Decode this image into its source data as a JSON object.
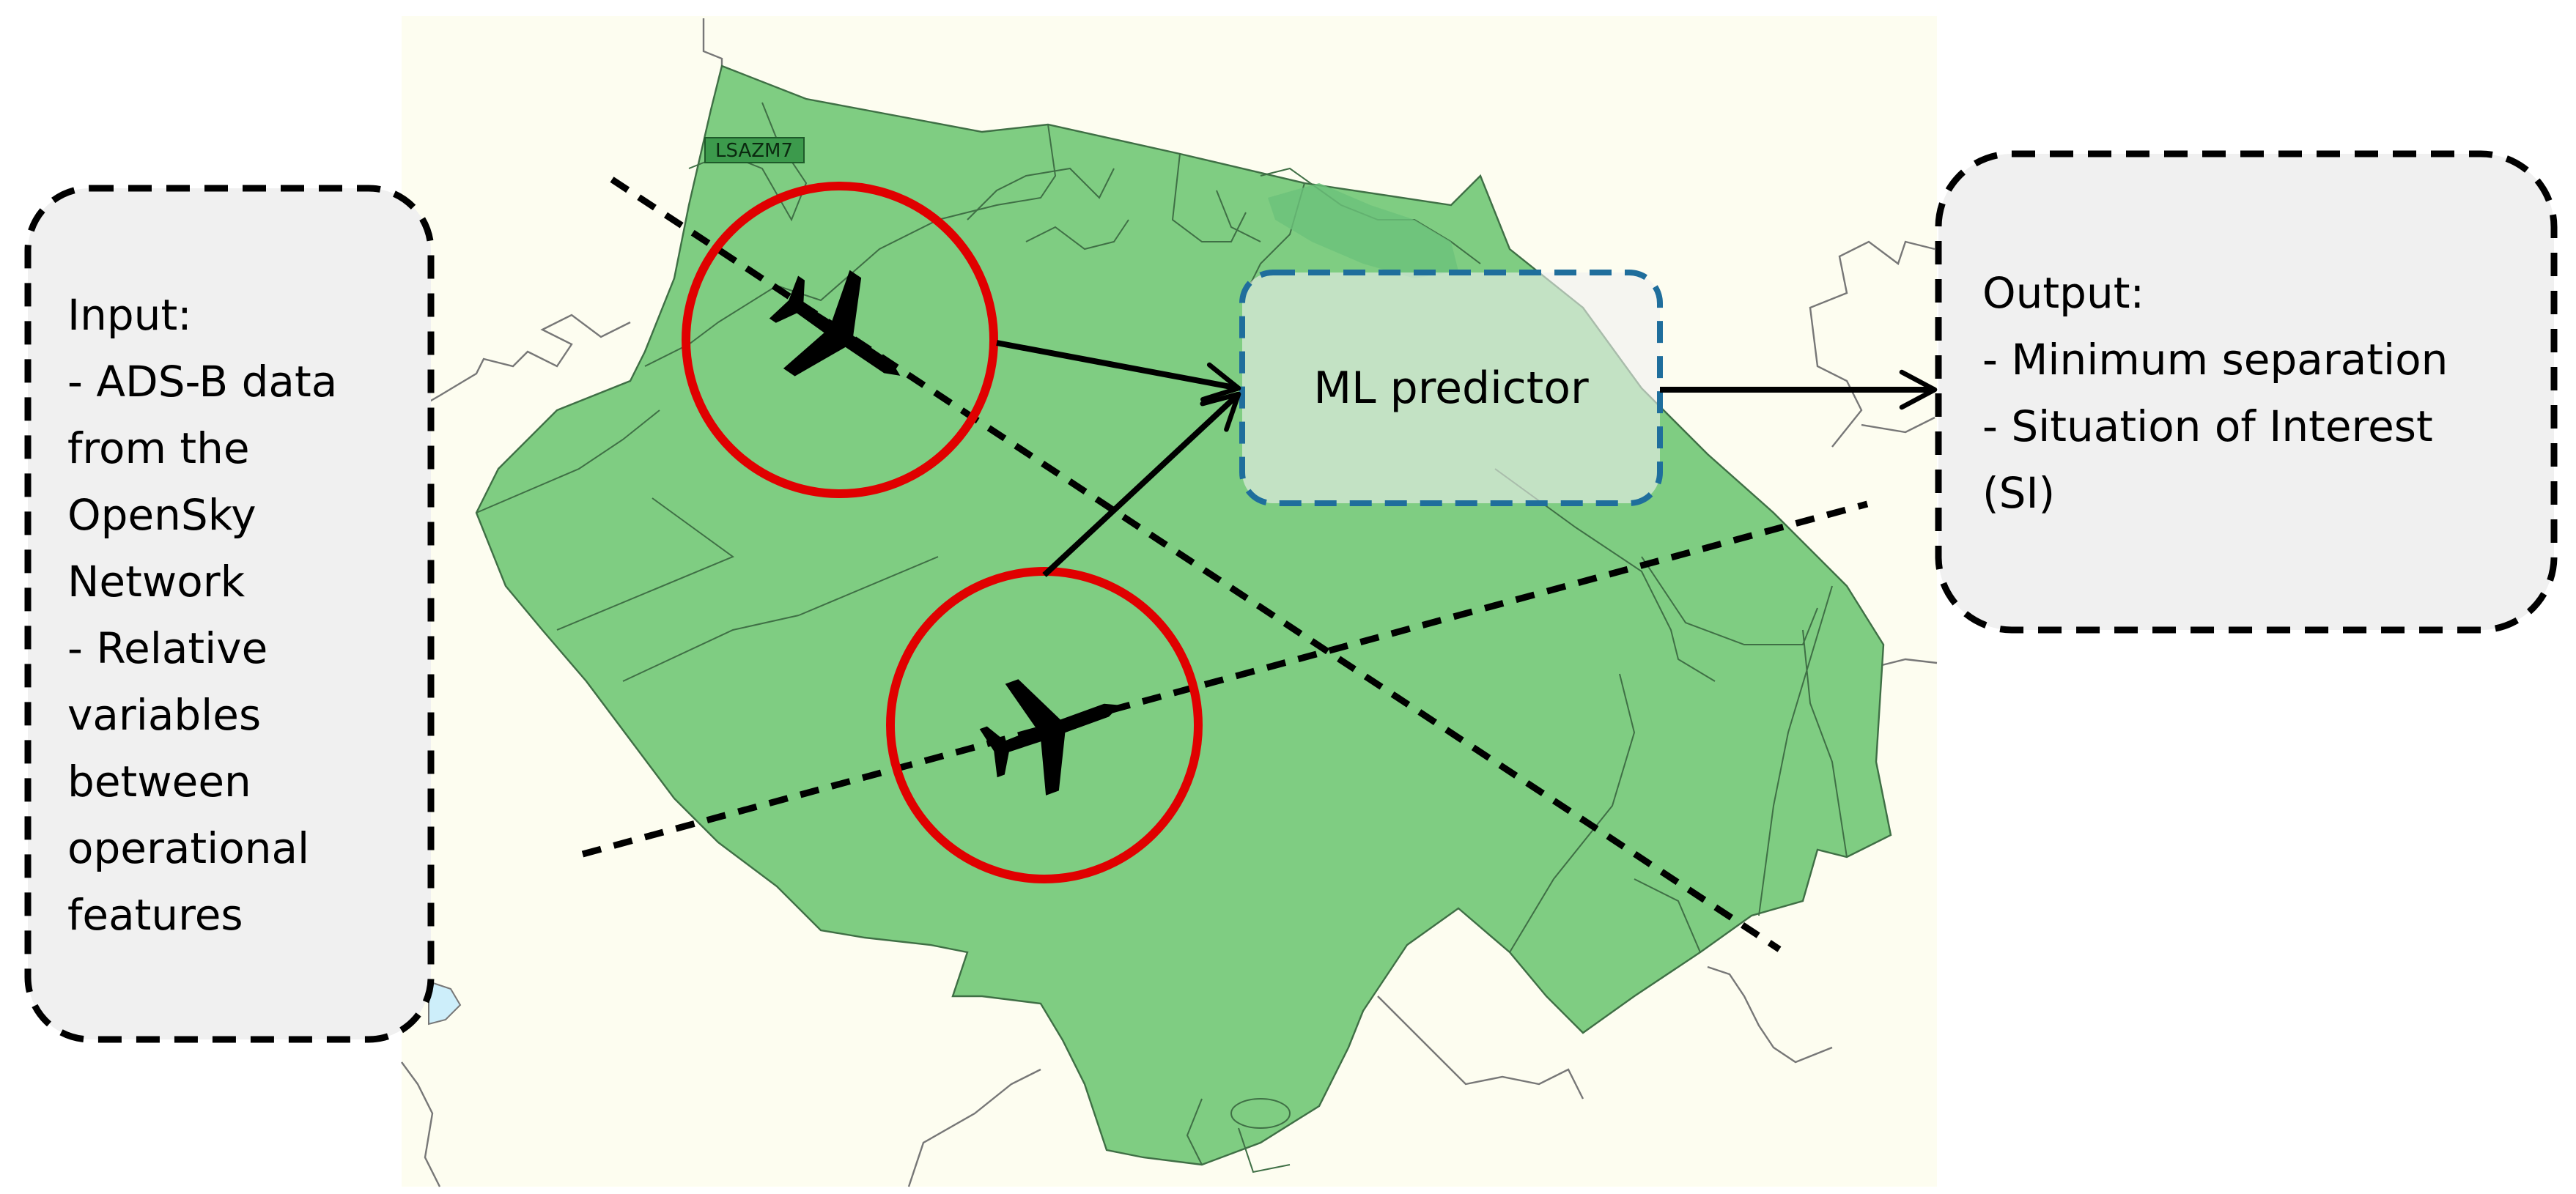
{
  "map": {
    "sector_label": "LSAZM7",
    "colors": {
      "background": "#fdfdf0",
      "sector_fill": "#7fcd82",
      "sector_stroke": "#3f6f45",
      "border": "#777777",
      "lake": "#cdeefa",
      "conflict_circle": "#e00000",
      "predictor_border": "#1f6e9c",
      "box_fill": "#f0f0f0"
    }
  },
  "input_box": {
    "lines": [
      "Input:",
      "- ADS-B data",
      "from the",
      "OpenSky",
      "Network",
      "- Relative",
      "variables",
      "between",
      "operational",
      "features"
    ]
  },
  "predictor": {
    "label": "ML predictor"
  },
  "output_box": {
    "lines": [
      "Output:",
      "- Minimum separation",
      "- Situation of Interest",
      "(SI)"
    ]
  },
  "icons": {
    "aircraft_top": "airplane-icon",
    "aircraft_bottom": "airplane-icon"
  }
}
